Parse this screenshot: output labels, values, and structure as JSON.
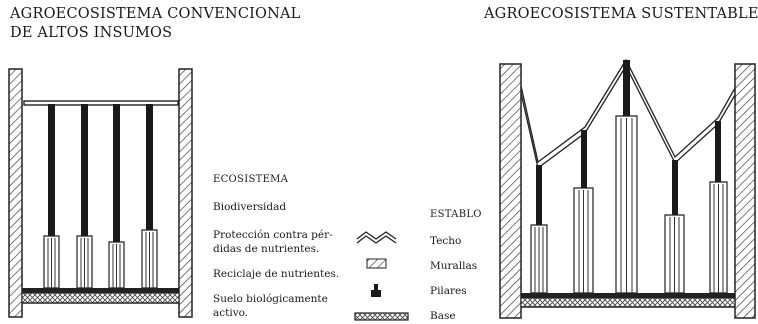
{
  "titles": {
    "left_line1": "AGROECOSISTEMA CONVENCIONAL",
    "left_line2": "DE ALTOS INSUMOS",
    "right": "AGROECOSISTEMA SUSTENTABLE"
  },
  "ecosistema": {
    "heading": "ECOSISTEMA",
    "items": [
      "Biodiversidad",
      "Protección contra pér-",
      "didas de nutrientes.",
      "Reciclaje de nutrientes.",
      "Suelo biológicamente",
      "activo."
    ]
  },
  "establo": {
    "heading": "ESTABLO",
    "items": [
      "Techo",
      "Murallas",
      "Pilares",
      "Base"
    ]
  }
}
